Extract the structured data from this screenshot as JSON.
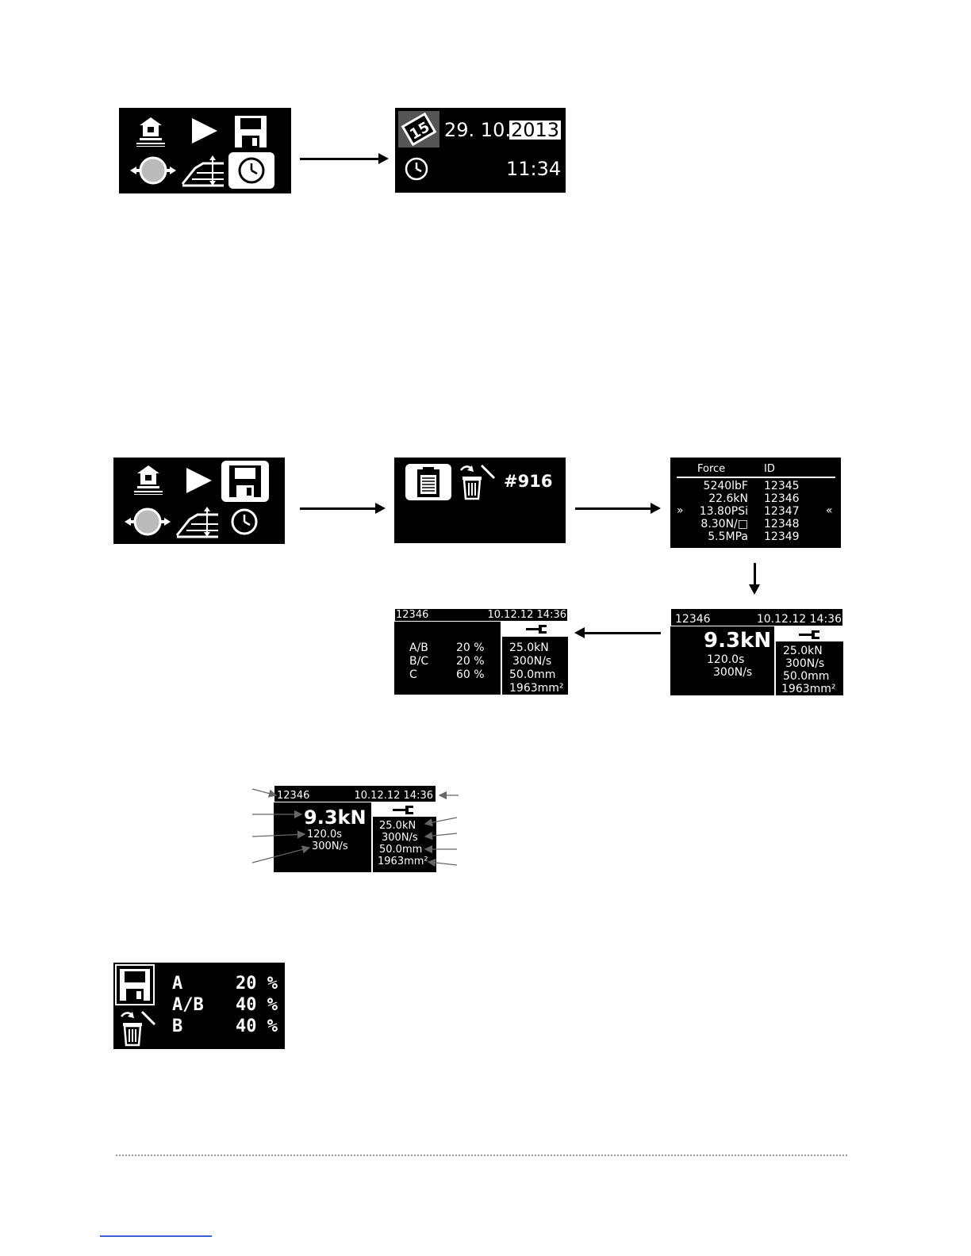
{
  "menu_icons": [
    "open-icon",
    "play-icon",
    "save-icon",
    "specimen-icon",
    "ramp-icon",
    "clock-icon"
  ],
  "date_screen": {
    "day": "29. 10.",
    "year": "2013",
    "time": "11:34",
    "badge": "15"
  },
  "save_screen": {
    "count": "#916"
  },
  "list_screen": {
    "header_force": "Force",
    "header_id": "ID",
    "left_marker": "»",
    "right_marker": "«",
    "rows": [
      {
        "force": "5240lbF",
        "id": "12345"
      },
      {
        "force": "22.6kN",
        "id": "12346"
      },
      {
        "force": "13.80PSi",
        "id": "12347"
      },
      {
        "force": "8.30N/□",
        "id": "12348"
      },
      {
        "force": "5.5MPa",
        "id": "12349"
      }
    ]
  },
  "detail": {
    "id": "12346",
    "datetime": "10.12.12 14:36",
    "force": "9.3kN",
    "time": "120.0s",
    "rate": "300N/s",
    "params": [
      "25.0kN",
      "300N/s",
      "50.0mm",
      "1963mm²"
    ]
  },
  "mix_screen": {
    "rows": [
      {
        "label": "A/B",
        "value": "20 %"
      },
      {
        "label": "B/C",
        "value": "20 %"
      },
      {
        "label": "C",
        "value": "60 %"
      }
    ]
  },
  "save_mix": {
    "rows": [
      {
        "label": "A",
        "value": "20 %"
      },
      {
        "label": "A/B",
        "value": "40 %"
      },
      {
        "label": "B",
        "value": "40 %"
      }
    ]
  }
}
